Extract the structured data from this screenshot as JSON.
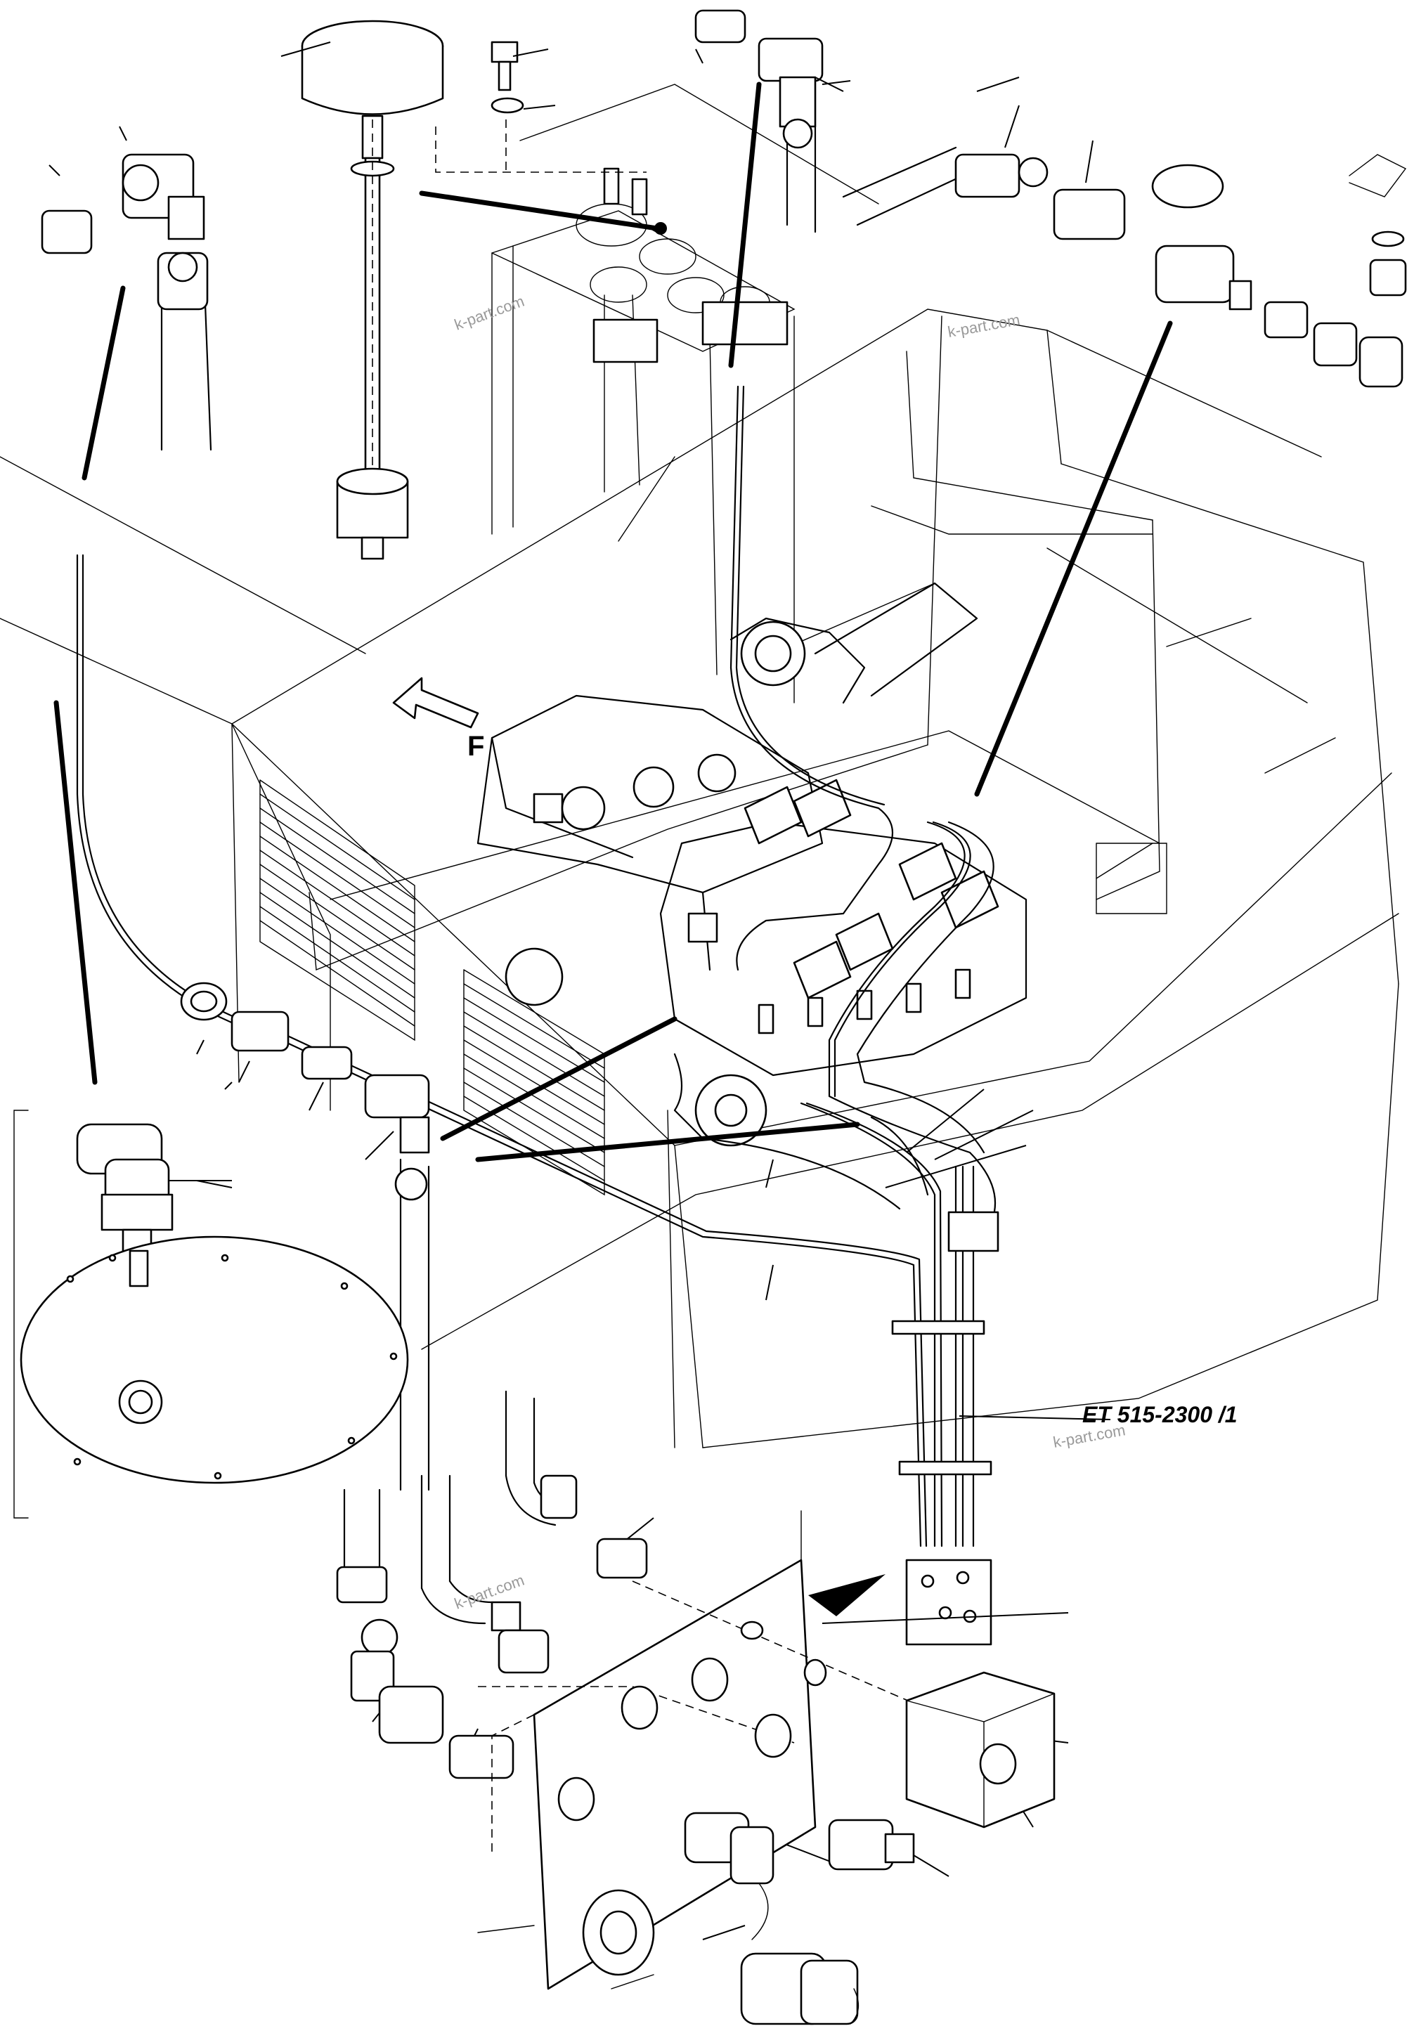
{
  "diagram": {
    "reference_label": "ET 515-2300 /1",
    "direction_label": "F",
    "watermarks": [
      "k-part.com",
      "k-part.com",
      "k-part.com",
      "k-part.com"
    ]
  }
}
